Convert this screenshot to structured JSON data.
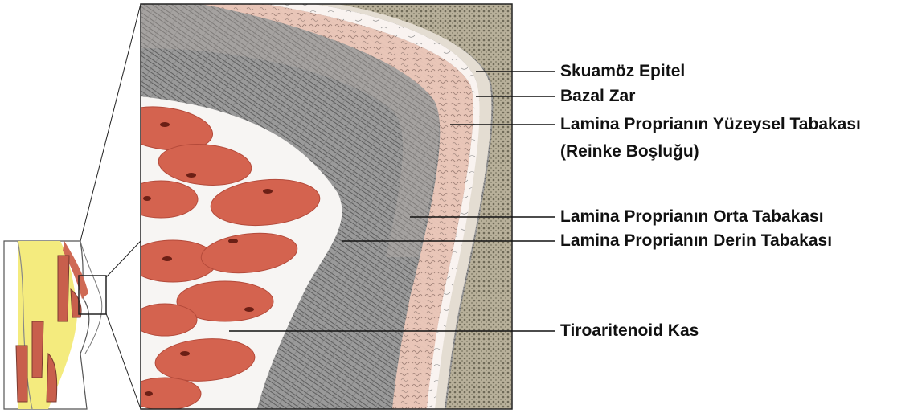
{
  "labels": {
    "squamous_epithelium": "Skuamöz Epitel",
    "basement_membrane": "Bazal Zar",
    "superficial_layer_line1": "Lamina Proprianın Yüzeysel Tabakası",
    "superficial_layer_line2": "(Reinke Boşluğu)",
    "intermediate_layer": "Lamina Proprianın Orta Tabakası",
    "deep_layer": "Lamina Proprianın Derin Tabakası",
    "thyroarytenoid_muscle": "Tiroaritenoid Kas"
  },
  "colors": {
    "muscle_fiber": "#d4634f",
    "muscle_nucleus": "#6b1f15",
    "deep_layer": "#8d8d8d",
    "intermediate_layer": "#ecc3b4",
    "superficial_layer": "#f9f3f0",
    "epithelium": "#8f8a7a",
    "vocal_fold_yellow": "#f4eb7e",
    "leader_line": "#111111"
  }
}
